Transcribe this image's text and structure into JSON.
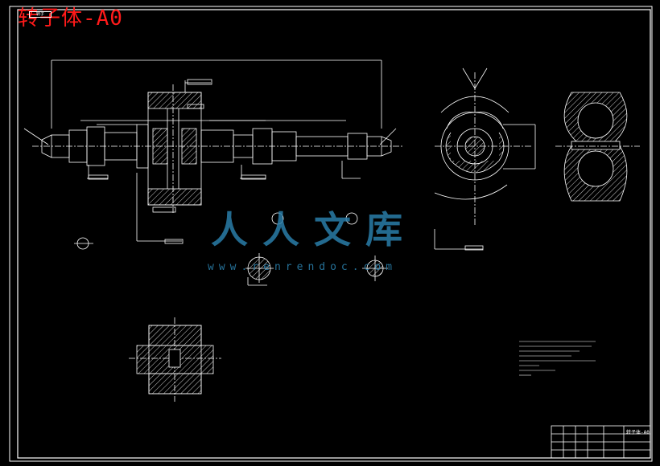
{
  "sheet": {
    "title": "转子体-A0",
    "corner_tag": "转子"
  },
  "watermark": {
    "brand_cn": "人人文库",
    "url": "www.renrendoc.com",
    "color": "#2a7da8"
  },
  "colors": {
    "background": "#000000",
    "lines": "#ffffff",
    "hatch": "#ffffff",
    "dimension": "#ffffff",
    "title": "#ff1a1a"
  },
  "title_block": {
    "drawing_name": "转子体-A0"
  }
}
